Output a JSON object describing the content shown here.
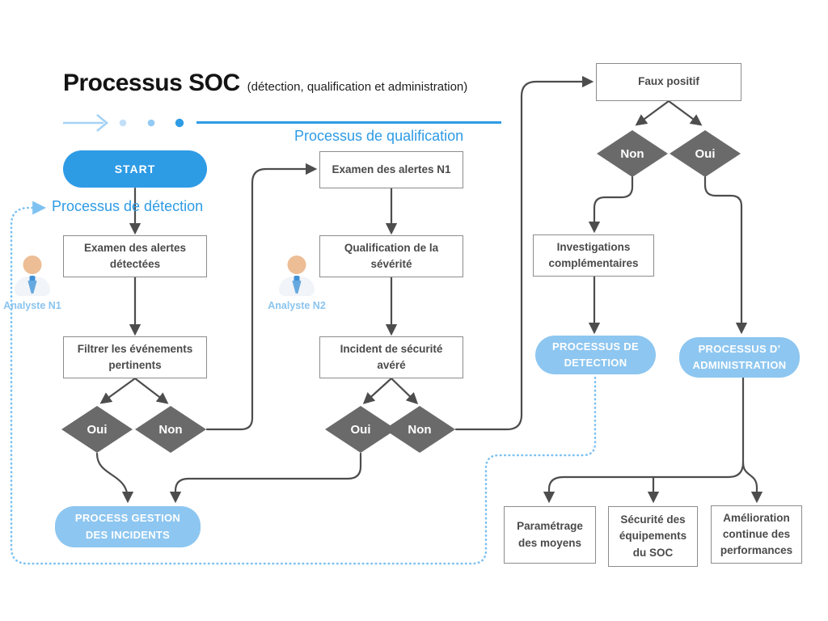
{
  "header": {
    "title": "Processus SOC",
    "subtitle": "(détection, qualification et administration)"
  },
  "sections": {
    "detection_label": "Processus de détection",
    "qualification_label": "Processus de qualification"
  },
  "nodes": {
    "start": "START",
    "examen_alertes_detectees": "Examen des alertes détectées",
    "filtrer_evenements": "Filtrer les événements pertinents",
    "examen_alertes_n1": "Examen des alertes N1",
    "qualification_severite": "Qualification de la sévérité",
    "incident_securite": "Incident de sécurité avéré",
    "faux_positif": "Faux positif",
    "investigations": "Investigations complémentaires",
    "process_gestion_incidents": "PROCESS GESTION DES INCIDENTS",
    "processus_detection": "PROCESSUS DE DETECTION",
    "processus_administration": "PROCESSUS D’ ADMINISTRATION",
    "parametrage_moyens": "Paramétrage des moyens",
    "securite_equipements": "Sécurité des équipements du SOC",
    "amelioration_performances": "Amélioration continue des performances"
  },
  "decisions": {
    "oui": "Oui",
    "non": "Non"
  },
  "analysts": [
    {
      "label": "Analyste N1"
    },
    {
      "label": "Analyste N2"
    }
  ],
  "colors": {
    "accent_blue": "#2e9be5",
    "light_blue_pill": "#8dc6f0",
    "pale_blue_arrow": "#a5d2f5",
    "dotted_blue": "#7ec2f2",
    "diamond_gray": "#6a6a6a",
    "line_gray": "#4d4d4d",
    "box_border": "#8c8c8c",
    "box_text": "#4a4a4a",
    "analyst_label_blue": "#8ac4ee"
  }
}
